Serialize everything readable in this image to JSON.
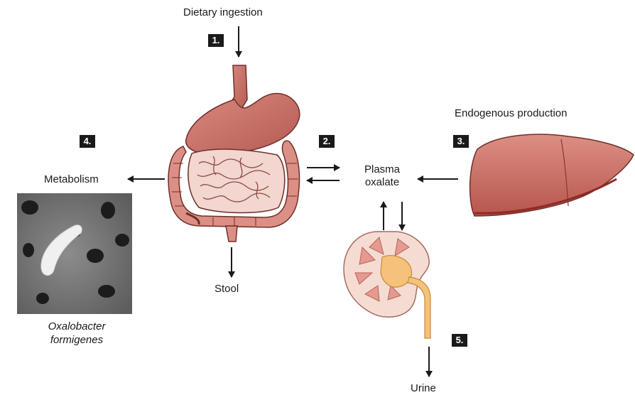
{
  "labels": {
    "dietary_ingestion": "Dietary ingestion",
    "endogenous_production": "Endogenous production",
    "metabolism": "Metabolism",
    "plasma_oxalate_line1": "Plasma",
    "plasma_oxalate_line2": "oxalate",
    "stool": "Stool",
    "urine": "Urine",
    "bacterium_caption_line1": "Oxalobacter",
    "bacterium_caption_line2": "formigenes"
  },
  "steps": [
    "1.",
    "2.",
    "3.",
    "4.",
    "5."
  ],
  "icons": {
    "digestive_tract": "digestive-tract-illustration",
    "liver": "liver-illustration",
    "kidney": "kidney-illustration",
    "bacterium_micrograph": "oxalobacter-micrograph"
  },
  "colors": {
    "organ_fill": "#c9736a",
    "intestine_fill": "#f2d6cf",
    "organ_outline": "#6e2f2a",
    "kidney_fill": "#f5dcd3",
    "kidney_core": "#f4c27a",
    "step_badge": "#1a1a1a"
  }
}
